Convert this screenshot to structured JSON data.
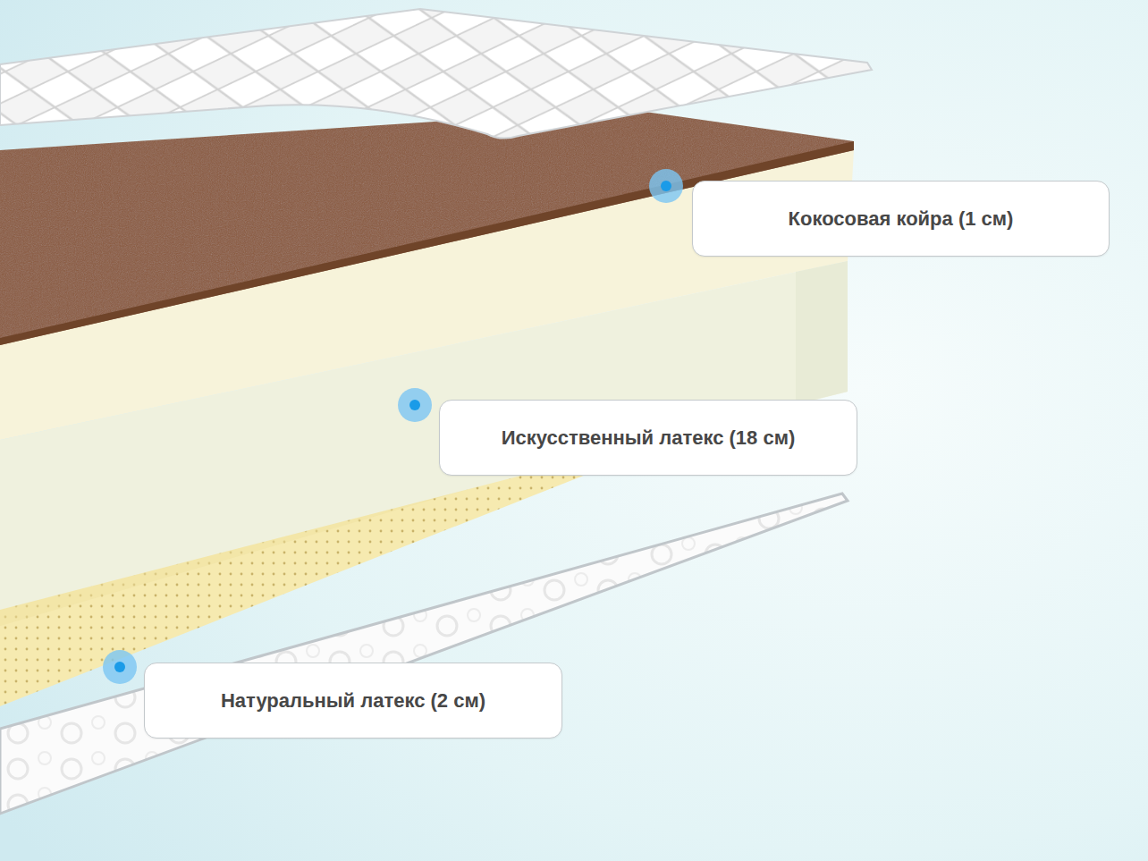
{
  "diagram": {
    "nodes": [
      {
        "text": [
          "Кокосовая койра (1 см)"
        ]
      },
      {
        "text": [
          "Искусственный латекс (18 см)"
        ]
      },
      {
        "text": [
          "Натуральный латекс (2 см)"
        ]
      }
    ]
  }
}
